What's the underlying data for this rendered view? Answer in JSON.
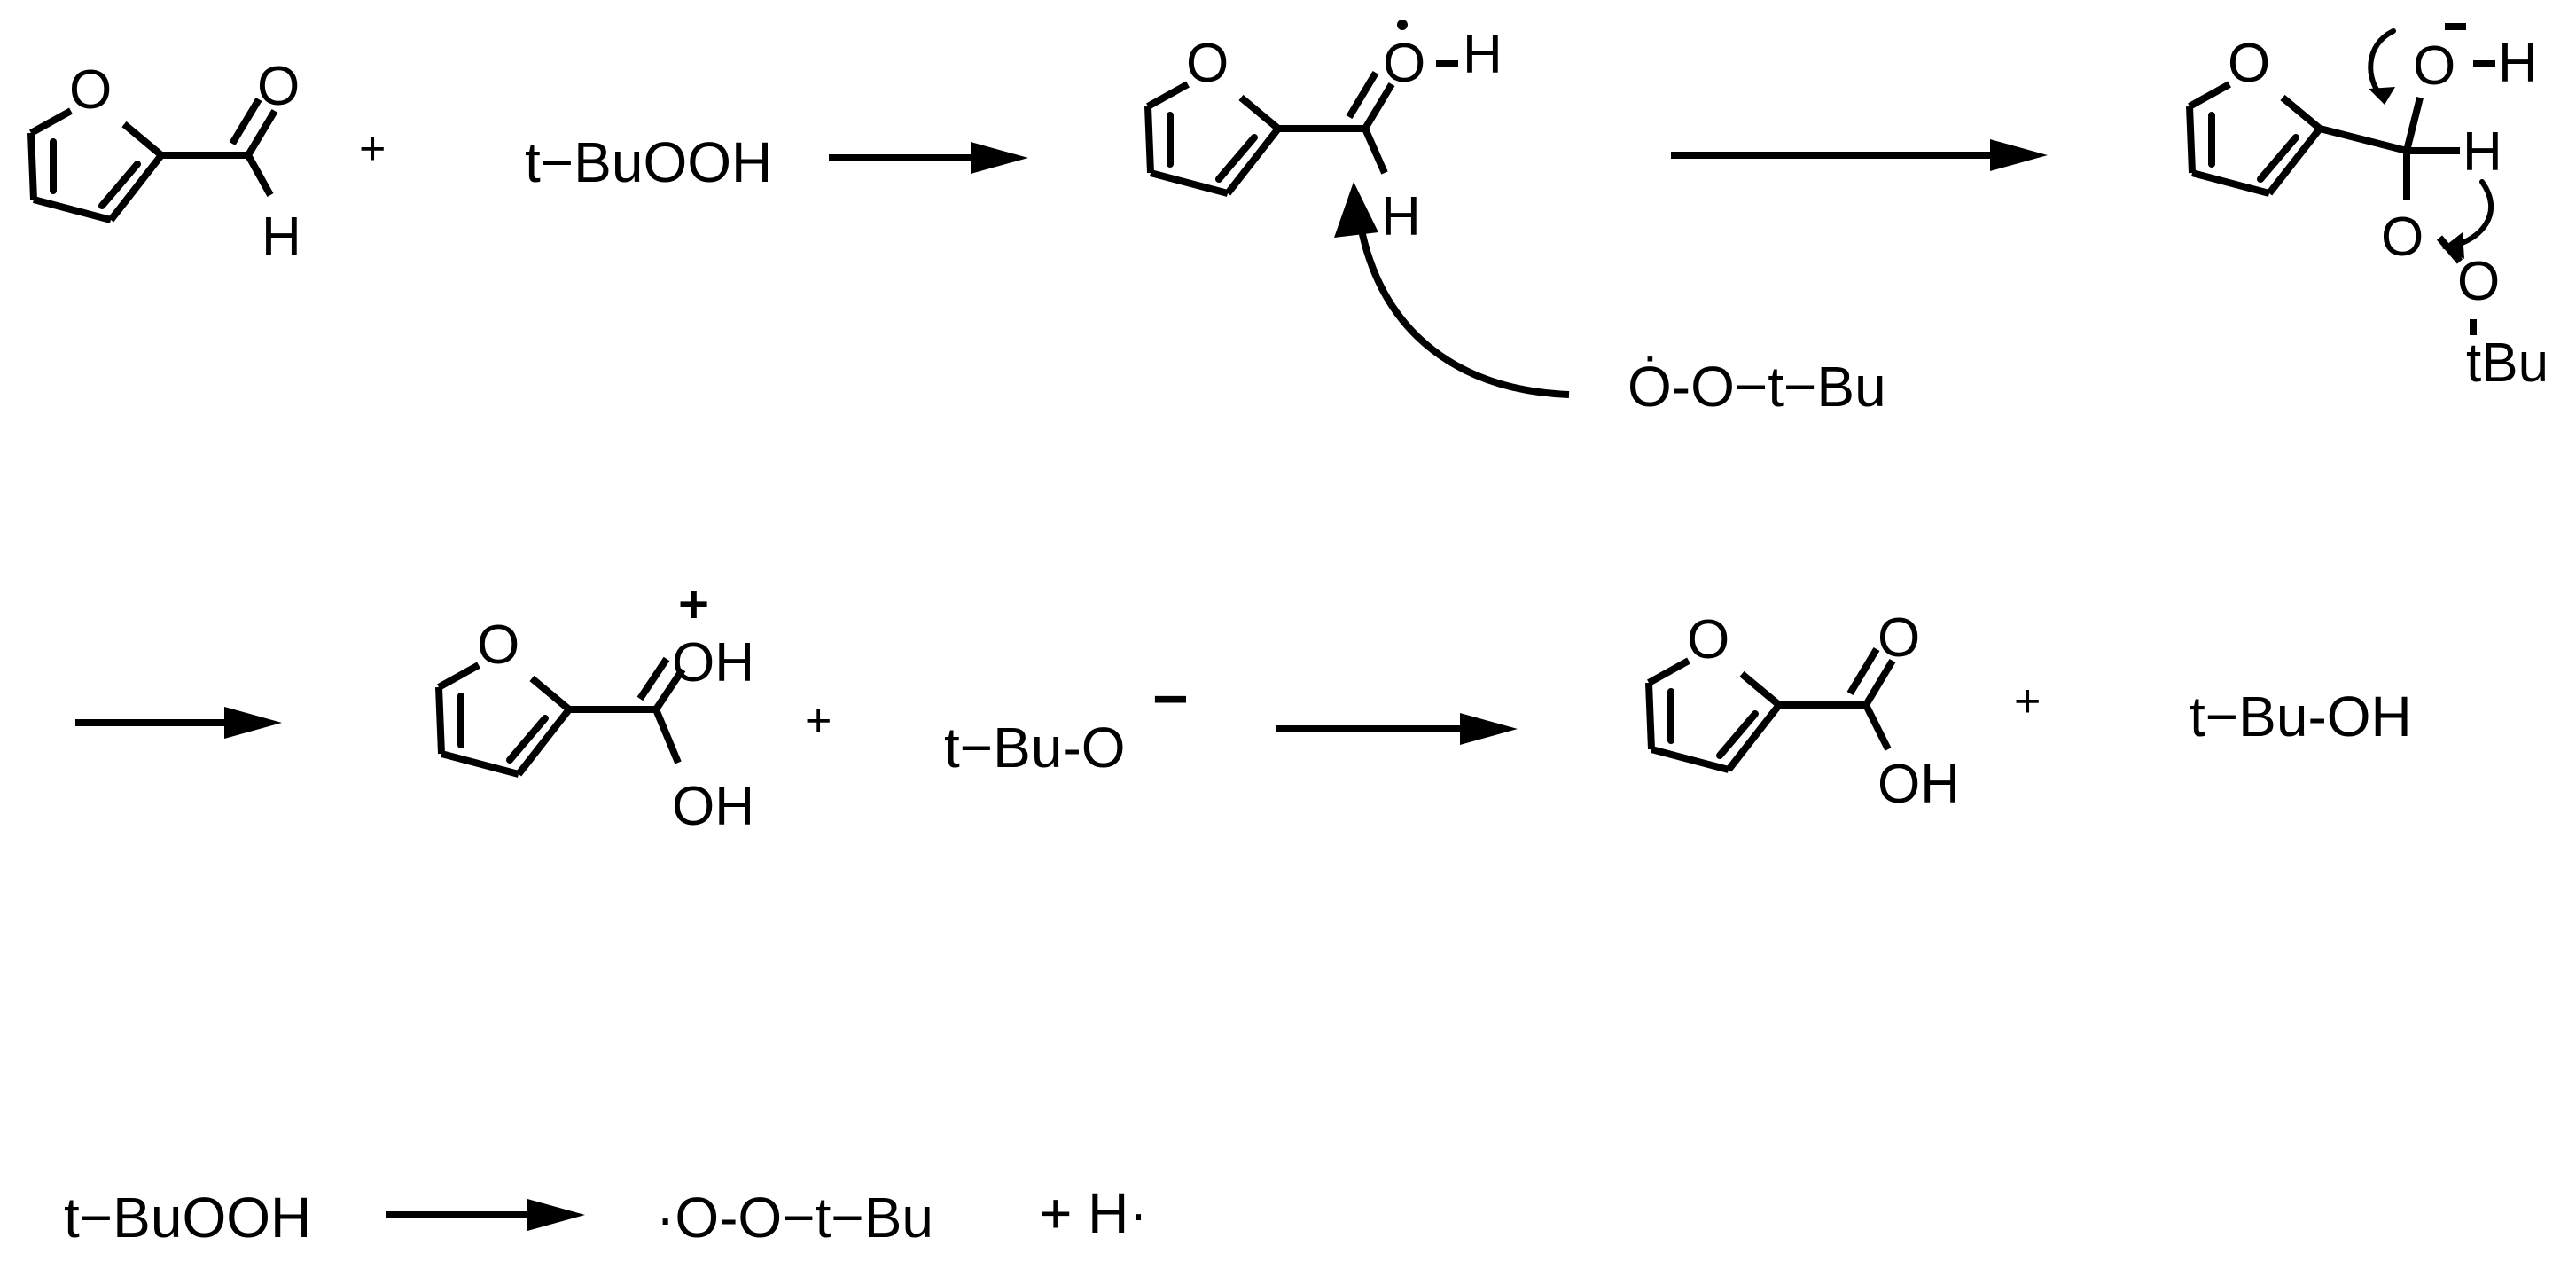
{
  "reagents": {
    "tbuooh_1": "t−BuOOH",
    "peroxyl": "Ȯ‑O−t−Bu",
    "tbuo_anion": "t−Bu‑O",
    "tbuoh": "t−Bu‑OH",
    "tbuooh_2": "t−BuOOH",
    "peroxyl_2": "·O‑O−t−Bu",
    "h_radical": "+ H·"
  },
  "atoms": {
    "O": "O",
    "H": "H",
    "OH": "OH",
    "tBu": "tBu"
  },
  "signs": {
    "plus": "+",
    "minus": "−"
  }
}
